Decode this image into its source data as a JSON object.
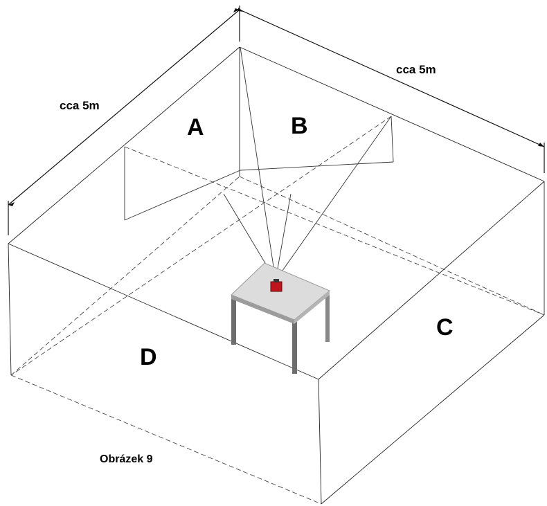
{
  "dimensions": {
    "left_label": "cca 5m",
    "top_label": "cca 5m"
  },
  "walls": {
    "a": "A",
    "b": "B",
    "c": "C",
    "d": "D"
  },
  "caption": "Obrázek 9",
  "colors": {
    "laser_device": "#c0141c",
    "table_top": "#dcdcdc",
    "table_legs": "#6e6e6e"
  }
}
